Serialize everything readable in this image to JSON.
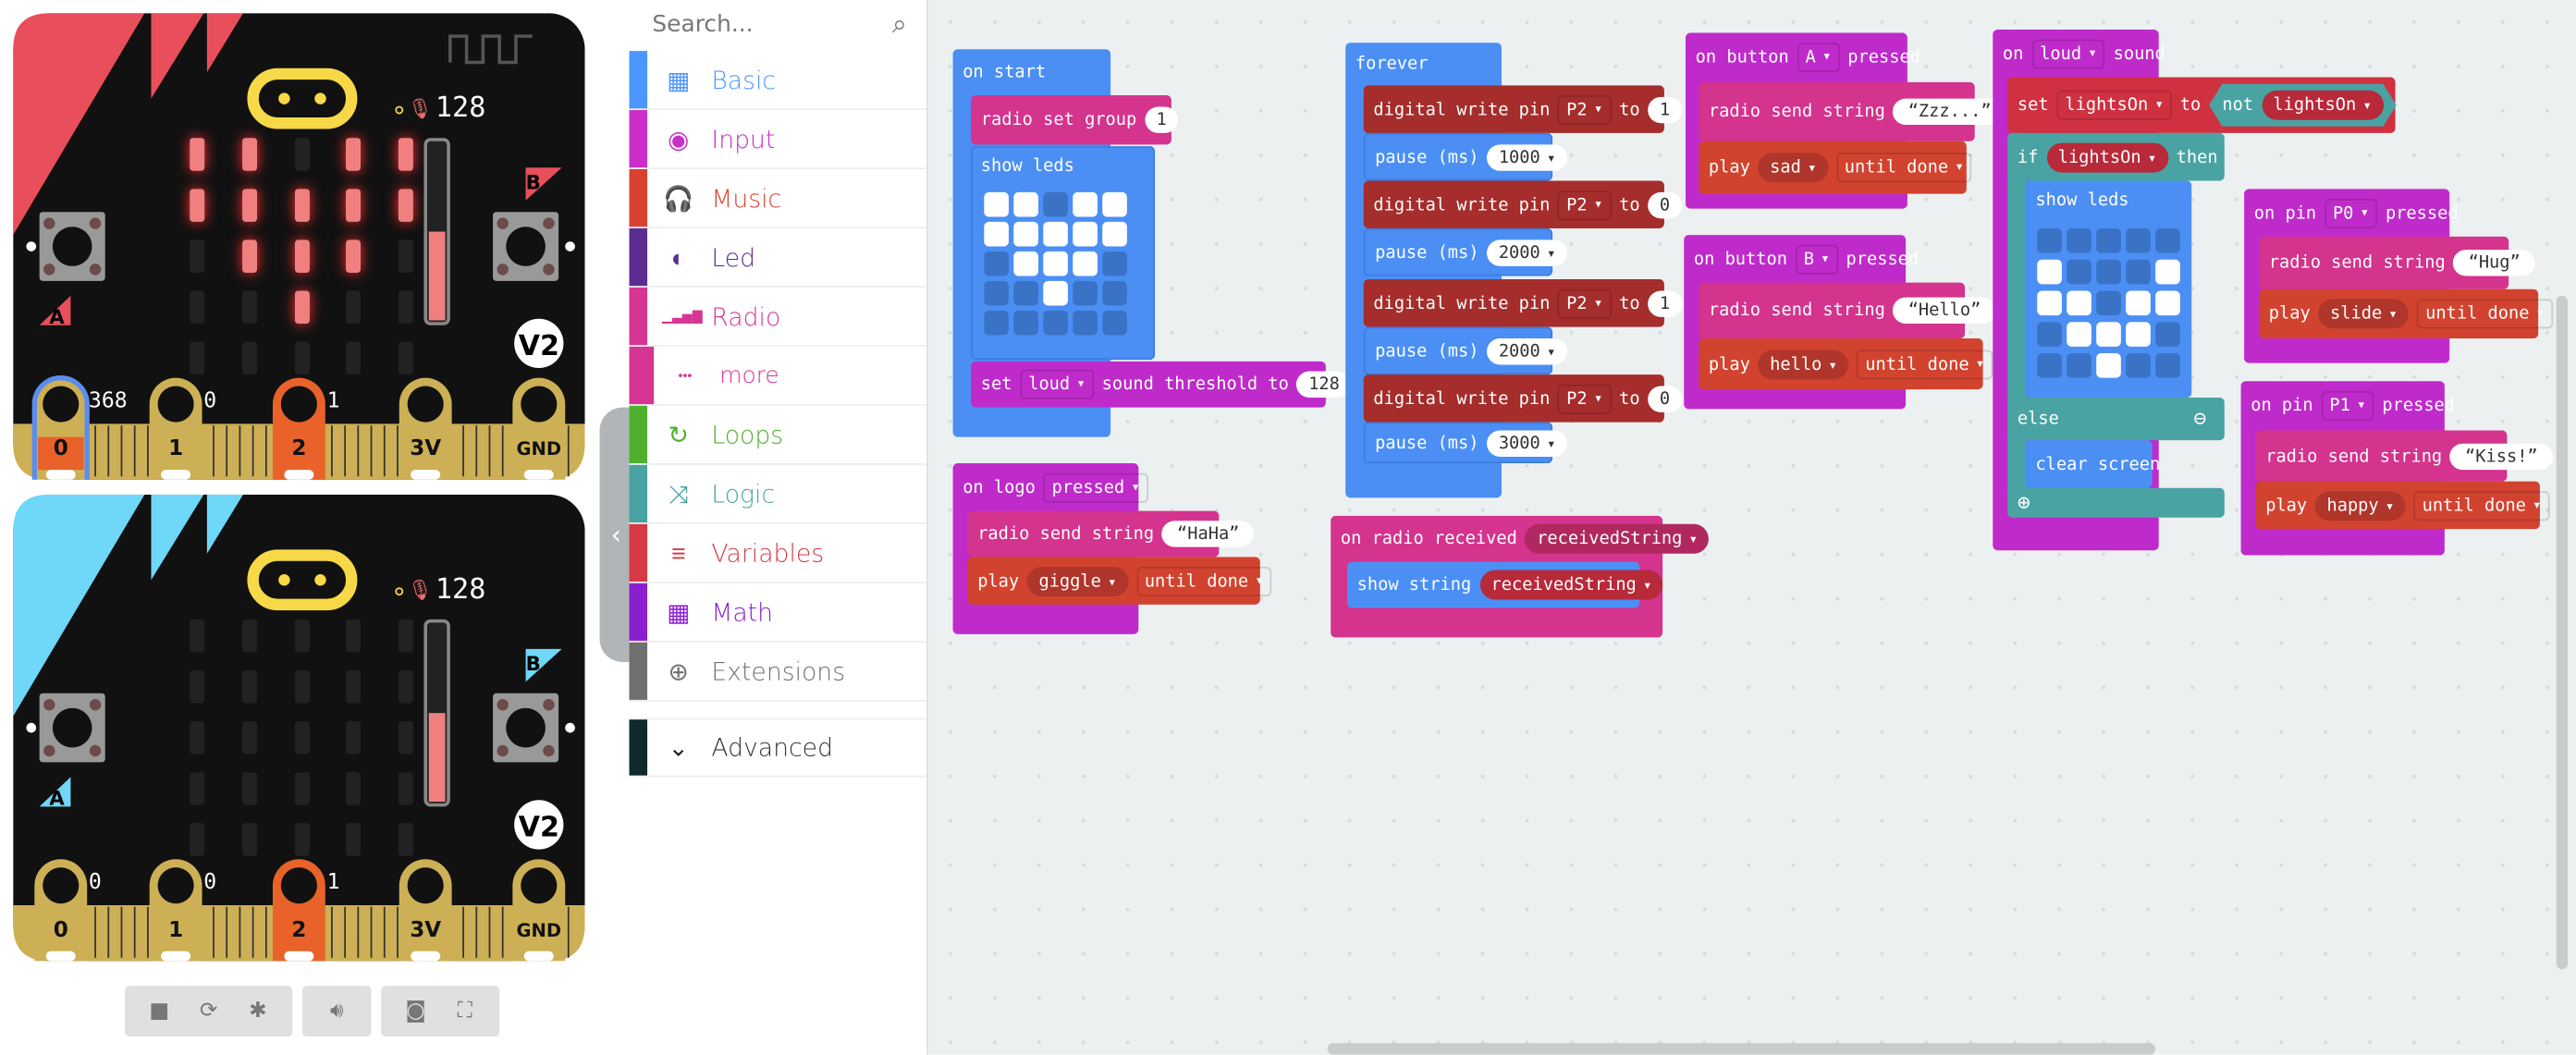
{
  "simulator": {
    "boards": [
      {
        "accent": "#e94f5b",
        "sound_level": "128",
        "sound_fill": 0.5,
        "version": "V2",
        "button_a": "A",
        "button_b": "B",
        "pins": [
          {
            "label": "0",
            "value": "368",
            "active": true
          },
          {
            "label": "1",
            "value": "0"
          },
          {
            "label": "2",
            "value": "1",
            "highlight": true
          },
          {
            "label": "3V"
          },
          {
            "label": "GND"
          }
        ],
        "leds": [
          [
            1,
            1,
            0,
            1,
            1
          ],
          [
            1,
            1,
            1,
            1,
            1
          ],
          [
            0,
            1,
            1,
            1,
            0
          ],
          [
            0,
            0,
            1,
            0,
            0
          ],
          [
            0,
            0,
            0,
            0,
            0
          ]
        ]
      },
      {
        "accent": "#6fd7f8",
        "sound_level": "128",
        "sound_fill": 0.5,
        "version": "V2",
        "button_a": "A",
        "button_b": "B",
        "pins": [
          {
            "label": "0",
            "value": "0"
          },
          {
            "label": "1",
            "value": "0"
          },
          {
            "label": "2",
            "value": "1",
            "highlight": true
          },
          {
            "label": "3V"
          },
          {
            "label": "GND"
          }
        ],
        "leds": [
          [
            0,
            0,
            0,
            0,
            0
          ],
          [
            0,
            0,
            0,
            0,
            0
          ],
          [
            0,
            0,
            0,
            0,
            0
          ],
          [
            0,
            0,
            0,
            0,
            0
          ],
          [
            0,
            0,
            0,
            0,
            0
          ]
        ]
      }
    ],
    "toolbar": [
      "stop-icon",
      "restart-icon",
      "debug-icon",
      "sound-icon",
      "screenshot-icon",
      "fullscreen-icon"
    ]
  },
  "toolbox": {
    "search_placeholder": "Search...",
    "categories": [
      {
        "label": "Basic",
        "color": "#4c97ff",
        "icon": "▦"
      },
      {
        "label": "Input",
        "color": "#c92ec9",
        "icon": "◉"
      },
      {
        "label": "Music",
        "color": "#d94130",
        "icon": "🎧"
      },
      {
        "label": "Led",
        "color": "#5c2d91",
        "icon": "◐"
      },
      {
        "label": "Radio",
        "color": "#d63594",
        "icon": "▁▃▅▇"
      },
      {
        "label": "more",
        "color": "#d63594",
        "icon": "•••"
      },
      {
        "label": "Loops",
        "color": "#4fb02e",
        "icon": "↻"
      },
      {
        "label": "Logic",
        "color": "#4aa3a3",
        "icon": "⤨"
      },
      {
        "label": "Variables",
        "color": "#d63a45",
        "icon": "≡"
      },
      {
        "label": "Math",
        "color": "#8a1fd0",
        "icon": "▦"
      },
      {
        "label": "Extensions",
        "color": "#707070",
        "icon": "⊕"
      }
    ],
    "advanced": "Advanced"
  },
  "blocks": {
    "on_start": {
      "title": "on start",
      "radio_set_group": "radio set group",
      "group": "1",
      "show_leds": "show leds",
      "leds": [
        [
          1,
          1,
          0,
          1,
          1
        ],
        [
          1,
          1,
          1,
          1,
          1
        ],
        [
          0,
          1,
          1,
          1,
          0
        ],
        [
          0,
          0,
          1,
          0,
          0
        ],
        [
          0,
          0,
          0,
          0,
          0
        ]
      ],
      "set": "set",
      "loud": "loud",
      "threshold": "sound threshold to",
      "threshold_value": "128"
    },
    "forever": {
      "title": "forever",
      "dw": "digital write pin",
      "pin": "P2",
      "to": "to",
      "pause": "pause (ms)",
      "steps": [
        {
          "value": "1",
          "pause": "1000"
        },
        {
          "value": "0",
          "pause": "2000"
        },
        {
          "value": "1",
          "pause": "2000"
        },
        {
          "value": "0",
          "pause": "3000"
        }
      ]
    },
    "on_logo": {
      "on_logo": "on logo",
      "event": "pressed",
      "send": "radio send string",
      "string": "HaHa",
      "play": "play",
      "sound": "giggle",
      "mode": "until done"
    },
    "on_radio": {
      "title": "on radio received",
      "var": "receivedString",
      "show": "show string"
    },
    "button_a": {
      "on": "on button",
      "button": "A",
      "pressed": "pressed",
      "send": "radio send string",
      "string": "Zzz...",
      "play": "play",
      "sound": "sad",
      "mode": "until done"
    },
    "button_b": {
      "on": "on button",
      "button": "B",
      "pressed": "pressed",
      "send": "radio send string",
      "string": "Hello",
      "play": "play",
      "sound": "hello",
      "mode": "until done"
    },
    "loud": {
      "on": "on",
      "event": "loud",
      "sound": "sound",
      "set": "set",
      "var": "lightsOn",
      "to": "to",
      "not": "not",
      "if": "if",
      "then": "then",
      "show_leds": "show leds",
      "leds": [
        [
          0,
          0,
          0,
          0,
          0
        ],
        [
          1,
          0,
          0,
          0,
          1
        ],
        [
          1,
          1,
          0,
          1,
          1
        ],
        [
          0,
          1,
          1,
          1,
          0
        ],
        [
          0,
          0,
          1,
          0,
          0
        ]
      ],
      "else": "else",
      "clear": "clear screen"
    },
    "pin_p0": {
      "on": "on pin",
      "pin": "P0",
      "pressed": "pressed",
      "send": "radio send string",
      "string": "Hug",
      "play": "play",
      "sound": "slide",
      "mode": "until done"
    },
    "pin_p1": {
      "on": "on pin",
      "pin": "P1",
      "pressed": "pressed",
      "send": "radio send string",
      "string": "Kiss!",
      "play": "play",
      "sound": "happy",
      "mode": "until done"
    }
  }
}
